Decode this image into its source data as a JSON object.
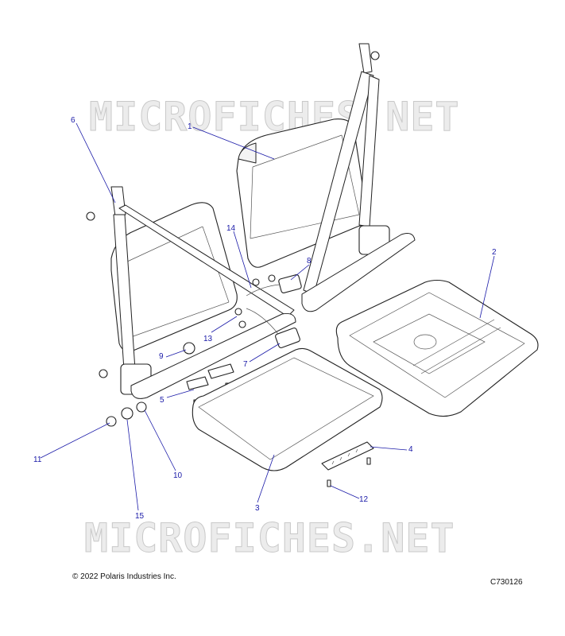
{
  "watermark": {
    "text": "MICROFICHES.NET"
  },
  "callouts": [
    {
      "id": "1",
      "label": "1"
    },
    {
      "id": "2",
      "label": "2"
    },
    {
      "id": "3",
      "label": "3"
    },
    {
      "id": "4",
      "label": "4"
    },
    {
      "id": "5",
      "label": "5"
    },
    {
      "id": "6",
      "label": "6"
    },
    {
      "id": "7",
      "label": "7"
    },
    {
      "id": "8",
      "label": "8"
    },
    {
      "id": "9",
      "label": "9"
    },
    {
      "id": "10",
      "label": "10"
    },
    {
      "id": "11",
      "label": "11"
    },
    {
      "id": "12",
      "label": "12"
    },
    {
      "id": "13",
      "label": "13"
    },
    {
      "id": "14",
      "label": "14"
    },
    {
      "id": "15",
      "label": "15"
    }
  ],
  "footer": {
    "copyright": "© 2022 Polaris Industries Inc.",
    "figure_id": "C730126"
  },
  "colors": {
    "callout": "#1a1aa8",
    "line_art": "#222222",
    "watermark": "#c9c9c9"
  }
}
